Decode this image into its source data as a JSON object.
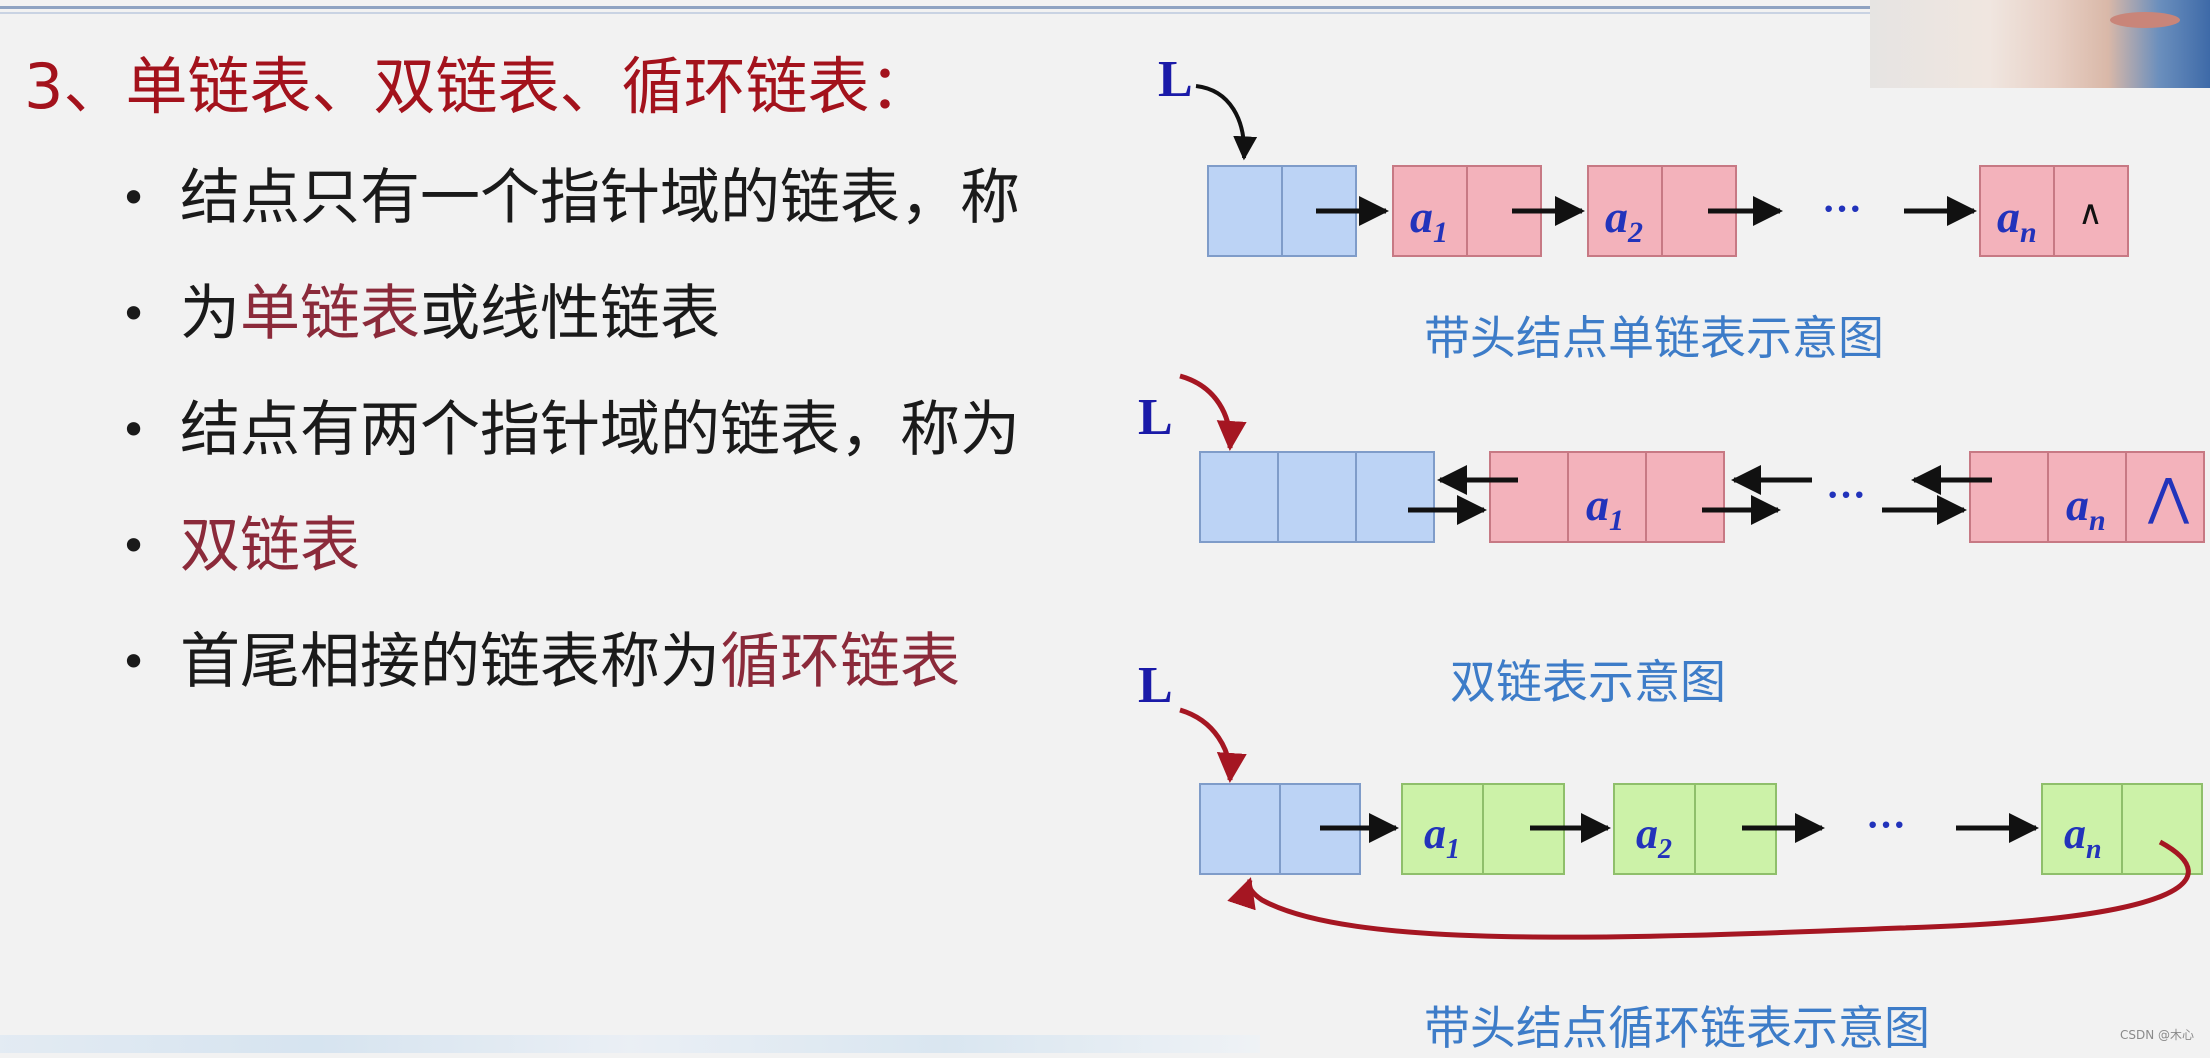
{
  "title": "3、单链表、双链表、循环链表：",
  "bullets": [
    {
      "line1": "结点只有一个指针域的链表，称",
      "line2_pre": "为",
      "line2_hl": "单链表",
      "line2_post": "或线性链表"
    },
    {
      "line1": "结点有两个指针域的链表，称为",
      "line2_hl": "双链表"
    },
    {
      "pre": "首尾相接的链表称为",
      "hl": "循环链表"
    }
  ],
  "diagram": {
    "head_label": "L",
    "ellipsis": "···",
    "null_symbol": "∧",
    "null_symbol_large": "⋀",
    "node_letter": "a",
    "subscripts": [
      "1",
      "2",
      "n"
    ],
    "colors": {
      "head_fill": "#bcd3f5",
      "single_node_fill": "#f3b2bb",
      "circular_node_fill": "#ccf2a8",
      "arrow_black": "#111111",
      "arrow_red": "#a51622",
      "caption": "#3d7cc8"
    }
  },
  "captions": {
    "single": "带头结点单链表示意图",
    "double": "双链表示意图",
    "circular": "带头结点循环链表示意图"
  },
  "watermark": "CSDN @木心"
}
